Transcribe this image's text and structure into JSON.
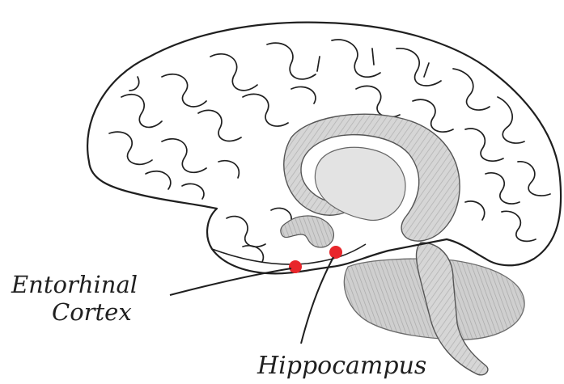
{
  "diagram": {
    "labels": {
      "entorhinal_line1": "Entorhinal",
      "entorhinal_line2": "Cortex",
      "hippocampus": "Hippocampus"
    },
    "colors": {
      "ink": "#1f1f1f",
      "shade": "#c9c9c9",
      "shade_dark": "#a9a9a9",
      "marker": "#e8262b",
      "background": "#ffffff"
    }
  }
}
